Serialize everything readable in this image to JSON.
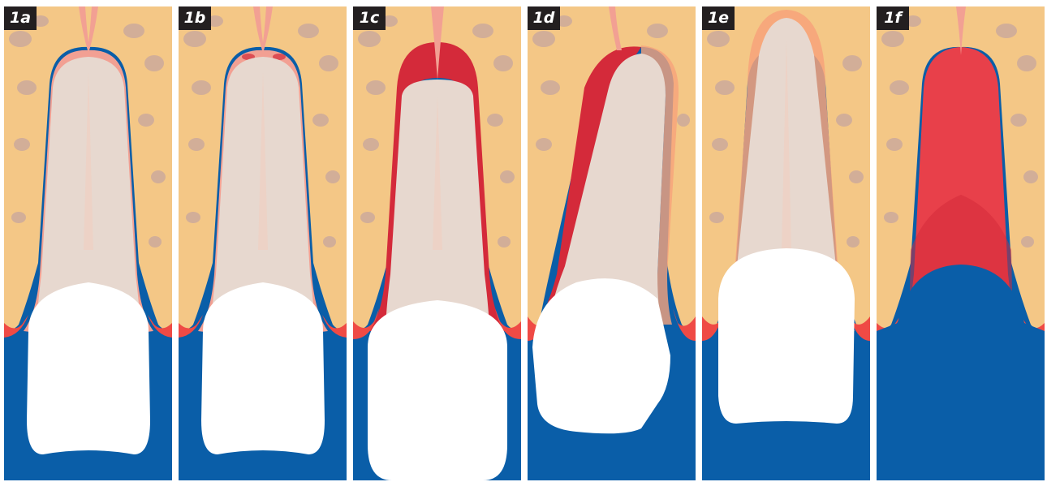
{
  "panels": [
    {
      "id": "1a",
      "label": "1a"
    },
    {
      "id": "1b",
      "label": "1b"
    },
    {
      "id": "1c",
      "label": "1c"
    },
    {
      "id": "1d",
      "label": "1d"
    },
    {
      "id": "1e",
      "label": "1e"
    },
    {
      "id": "1f",
      "label": "1f"
    }
  ],
  "colors": {
    "bone": "#f4c786",
    "trabecular": "#d2ae98",
    "soft_tissue": "#0a5ea8",
    "root": "#e7d8cf",
    "crown": "#ffffff",
    "ligament": "#f2a093",
    "gingiva": "#ef4a45",
    "blood": "#d42a3a",
    "hemorrhage": "#e8404a",
    "badge": "#231f20"
  }
}
